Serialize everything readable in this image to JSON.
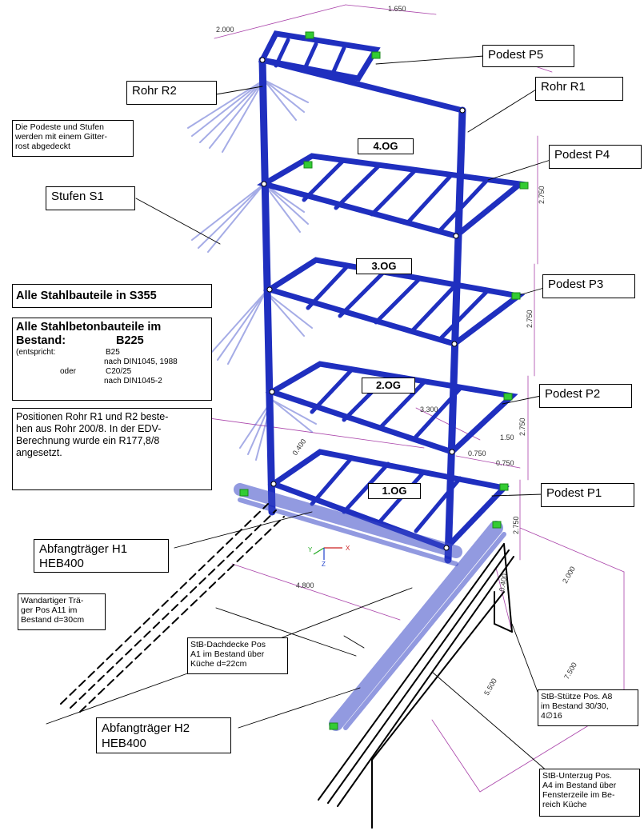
{
  "labels": {
    "podest_p5": "Podest P5",
    "rohr_r1": "Rohr R1",
    "rohr_r2": "Rohr R2",
    "podest_p4": "Podest P4",
    "stufen_s1": "Stufen S1",
    "podest_p3": "Podest P3",
    "podest_p2": "Podest P2",
    "podest_p1": "Podest P1",
    "abfang_h1": [
      "Abfangträger H1",
      "HEB400"
    ],
    "abfang_h2": [
      "Abfangträger H2",
      "HEB400"
    ]
  },
  "floors": [
    "4.OG",
    "3.OG",
    "2.OG",
    "1.OG"
  ],
  "notes": {
    "gitterrost": [
      "Die Podeste und Stufen",
      "werden mit einem Gitter-",
      "rost abgedeckt"
    ],
    "wandartig": [
      "Wandartiger Trä-",
      "ger Pos A11 im",
      "Bestand d=30cm"
    ],
    "dachdecke": [
      "StB-Dachdecke Pos",
      "A1 im Bestand über",
      "Küche d=22cm"
    ],
    "stuetze": [
      "StB-Stütze Pos. A8",
      "im Bestand 30/30,",
      "4∅16"
    ],
    "unterzug": [
      "StB-Unterzug Pos.",
      "A4 im Bestand über",
      "Fensterzeile im Be-",
      "reich Küche"
    ]
  },
  "steel": "Alle Stahlbauteile in S355",
  "concrete": {
    "title_line1": "Alle Stahlbetonbauteile im",
    "title_line2": "Bestand:",
    "class": "B225",
    "rows": [
      {
        "a": "(entspricht:",
        "b": "B25"
      },
      {
        "a": "",
        "b": "nach DIN1045, 1988"
      },
      {
        "a": "oder",
        "b": "C20/25"
      },
      {
        "a": "",
        "b": "nach DIN1045-2"
      }
    ]
  },
  "positions": [
    "Positionen Rohr R1 und R2 beste-",
    "hen aus Rohr 200/8. In der EDV-",
    "Berechnung wurde ein R177,8/8",
    "angesetzt."
  ],
  "dimensions": [
    "1.650",
    "2.000",
    "2.750",
    "2.750",
    "2.750",
    "2.750",
    "3.300",
    "1.50",
    "0.750",
    "0.750",
    "0.400",
    "4.800",
    "2.000",
    "7.500",
    "5.500",
    "0.400"
  ],
  "axes": [
    "X",
    "Y",
    "Z"
  ],
  "colors": {
    "steel": "#1f2fbf",
    "steel_light": "#5a66d6",
    "support": "#33cc33",
    "dimension": "#aa44aa"
  }
}
